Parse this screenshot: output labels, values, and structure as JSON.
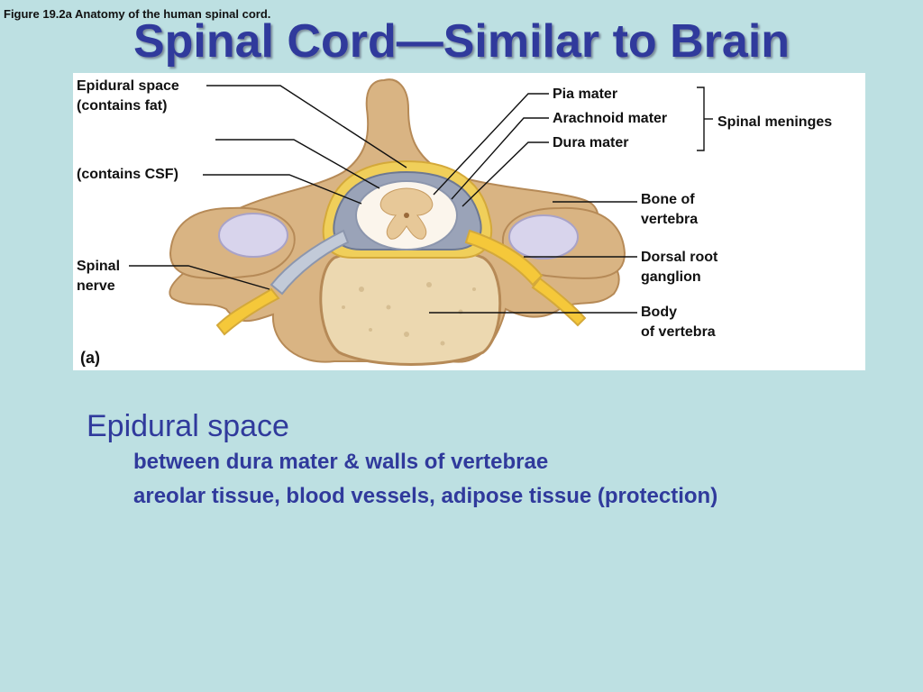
{
  "caption": "Figure 19.2a  Anatomy of the human spinal cord.",
  "title": "Spinal Cord—Similar to Brain",
  "figure": {
    "labels": {
      "epidural_1": "Epidural space",
      "epidural_2": "(contains fat)",
      "csf": "(contains CSF)",
      "spinal_nerve_1": "Spinal",
      "spinal_nerve_2": "nerve",
      "pia": "Pia mater",
      "arachnoid": "Arachnoid mater",
      "dura": "Dura mater",
      "meninges": "Spinal meninges",
      "bone_1": "Bone of",
      "bone_2": "vertebra",
      "drg_1": "Dorsal root",
      "drg_2": "ganglion",
      "body_1": "Body",
      "body_2": "of vertebra",
      "panel": "(a)"
    },
    "colors": {
      "bone": "#d9b483",
      "bone_dark": "#b68a57",
      "fat": "#f0cf5a",
      "nerve": "#f5c83a",
      "cartilage": "#d8d4ec",
      "cord_white": "#fbf5ec",
      "meninges": "#7d8aa5",
      "body_sponge": "#ecd8b0"
    }
  },
  "body_text": {
    "heading": "Epidural space",
    "bullets": [
      "between dura mater & walls of vertebrae",
      "areolar tissue, blood vessels, adipose tissue (protection)"
    ]
  }
}
